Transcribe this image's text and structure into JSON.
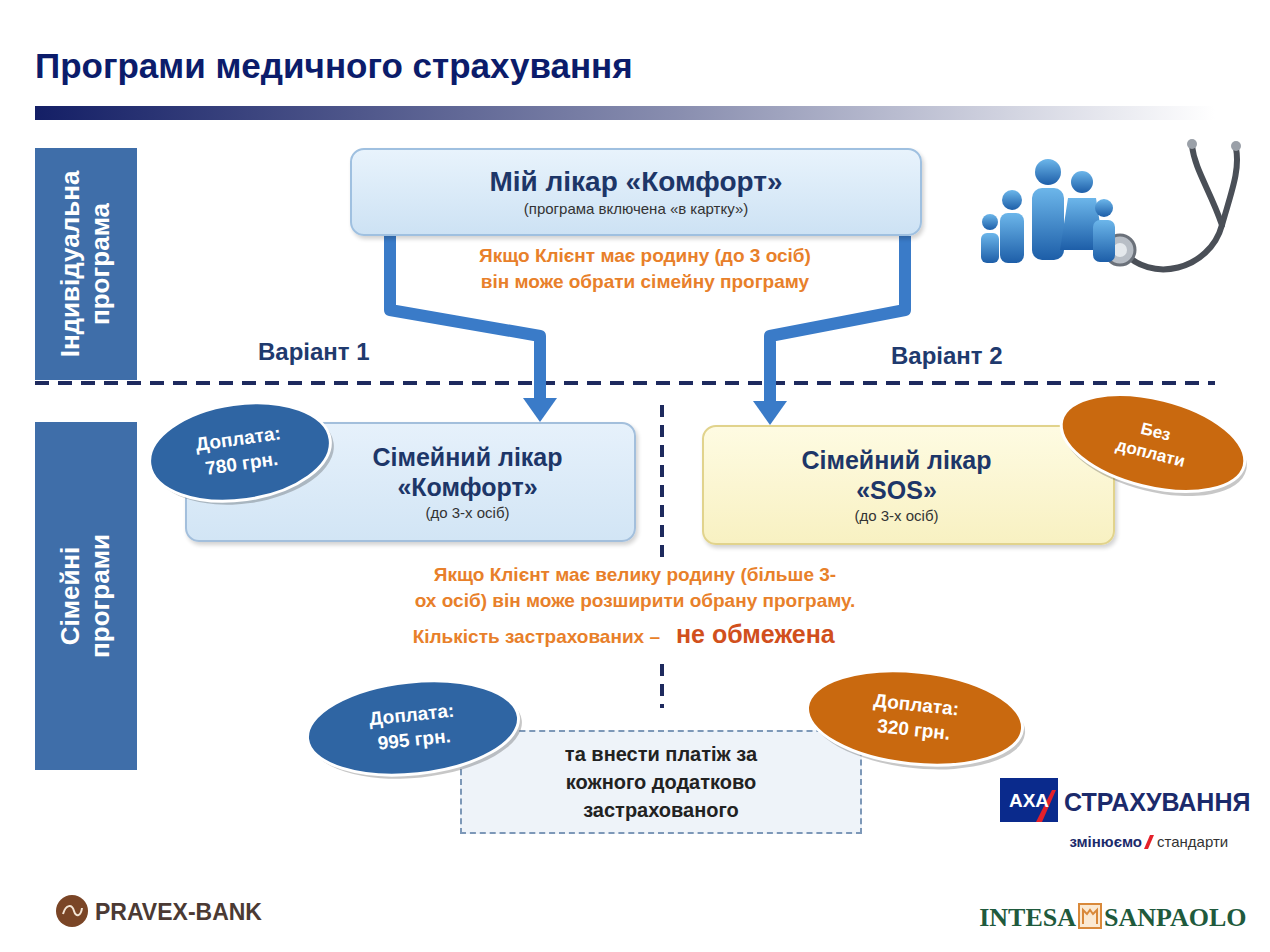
{
  "diagram": {
    "title": "Програми медичного страхування",
    "nodes": [
      {
        "text": [
          "Індивідуальна програма"
        ]
      },
      {
        "text": [
          "Мій лікар «Комфорт»",
          "(програма включена «в картку»)"
        ]
      },
      {
        "text": [
          "Сімейні програми"
        ]
      },
      {
        "text": [
          "Доплата: 780 грн."
        ]
      },
      {
        "text": [
          "Сімейний лікар «Комфорт»",
          "(до 3-х осіб)"
        ]
      },
      {
        "text": [
          "Сімейний лікар «SOS»",
          "(до 3-х осіб)"
        ]
      },
      {
        "text": [
          "Без доплати"
        ]
      },
      {
        "text": [
          "Доплата: 995 грн."
        ]
      },
      {
        "text": [
          "Доплата: 320 грн."
        ]
      },
      {
        "text": [
          "та внести платіж за кожного додатково застрахованого"
        ]
      }
    ],
    "edges": [
      {
        "from": 1,
        "to": 4,
        "arrow": "to",
        "label": "Варіант 1"
      },
      {
        "from": 1,
        "to": 5,
        "arrow": "to",
        "label": "Варіант 2"
      }
    ],
    "labels": [
      "Якщо Клієнт має родину (до 3 осіб) він може обрати сімейну програму",
      "Якщо Клієнт має велику родину (більше 3-ох осіб) він може розширити обрану програму.",
      "Кількість застрахованих –",
      "не обмежена",
      "AXA",
      "СТРАХУВАННЯ",
      "змінюємо",
      "стандарти",
      "PRAVEX-BANK",
      "INTESA",
      "SANPAOLO"
    ]
  }
}
